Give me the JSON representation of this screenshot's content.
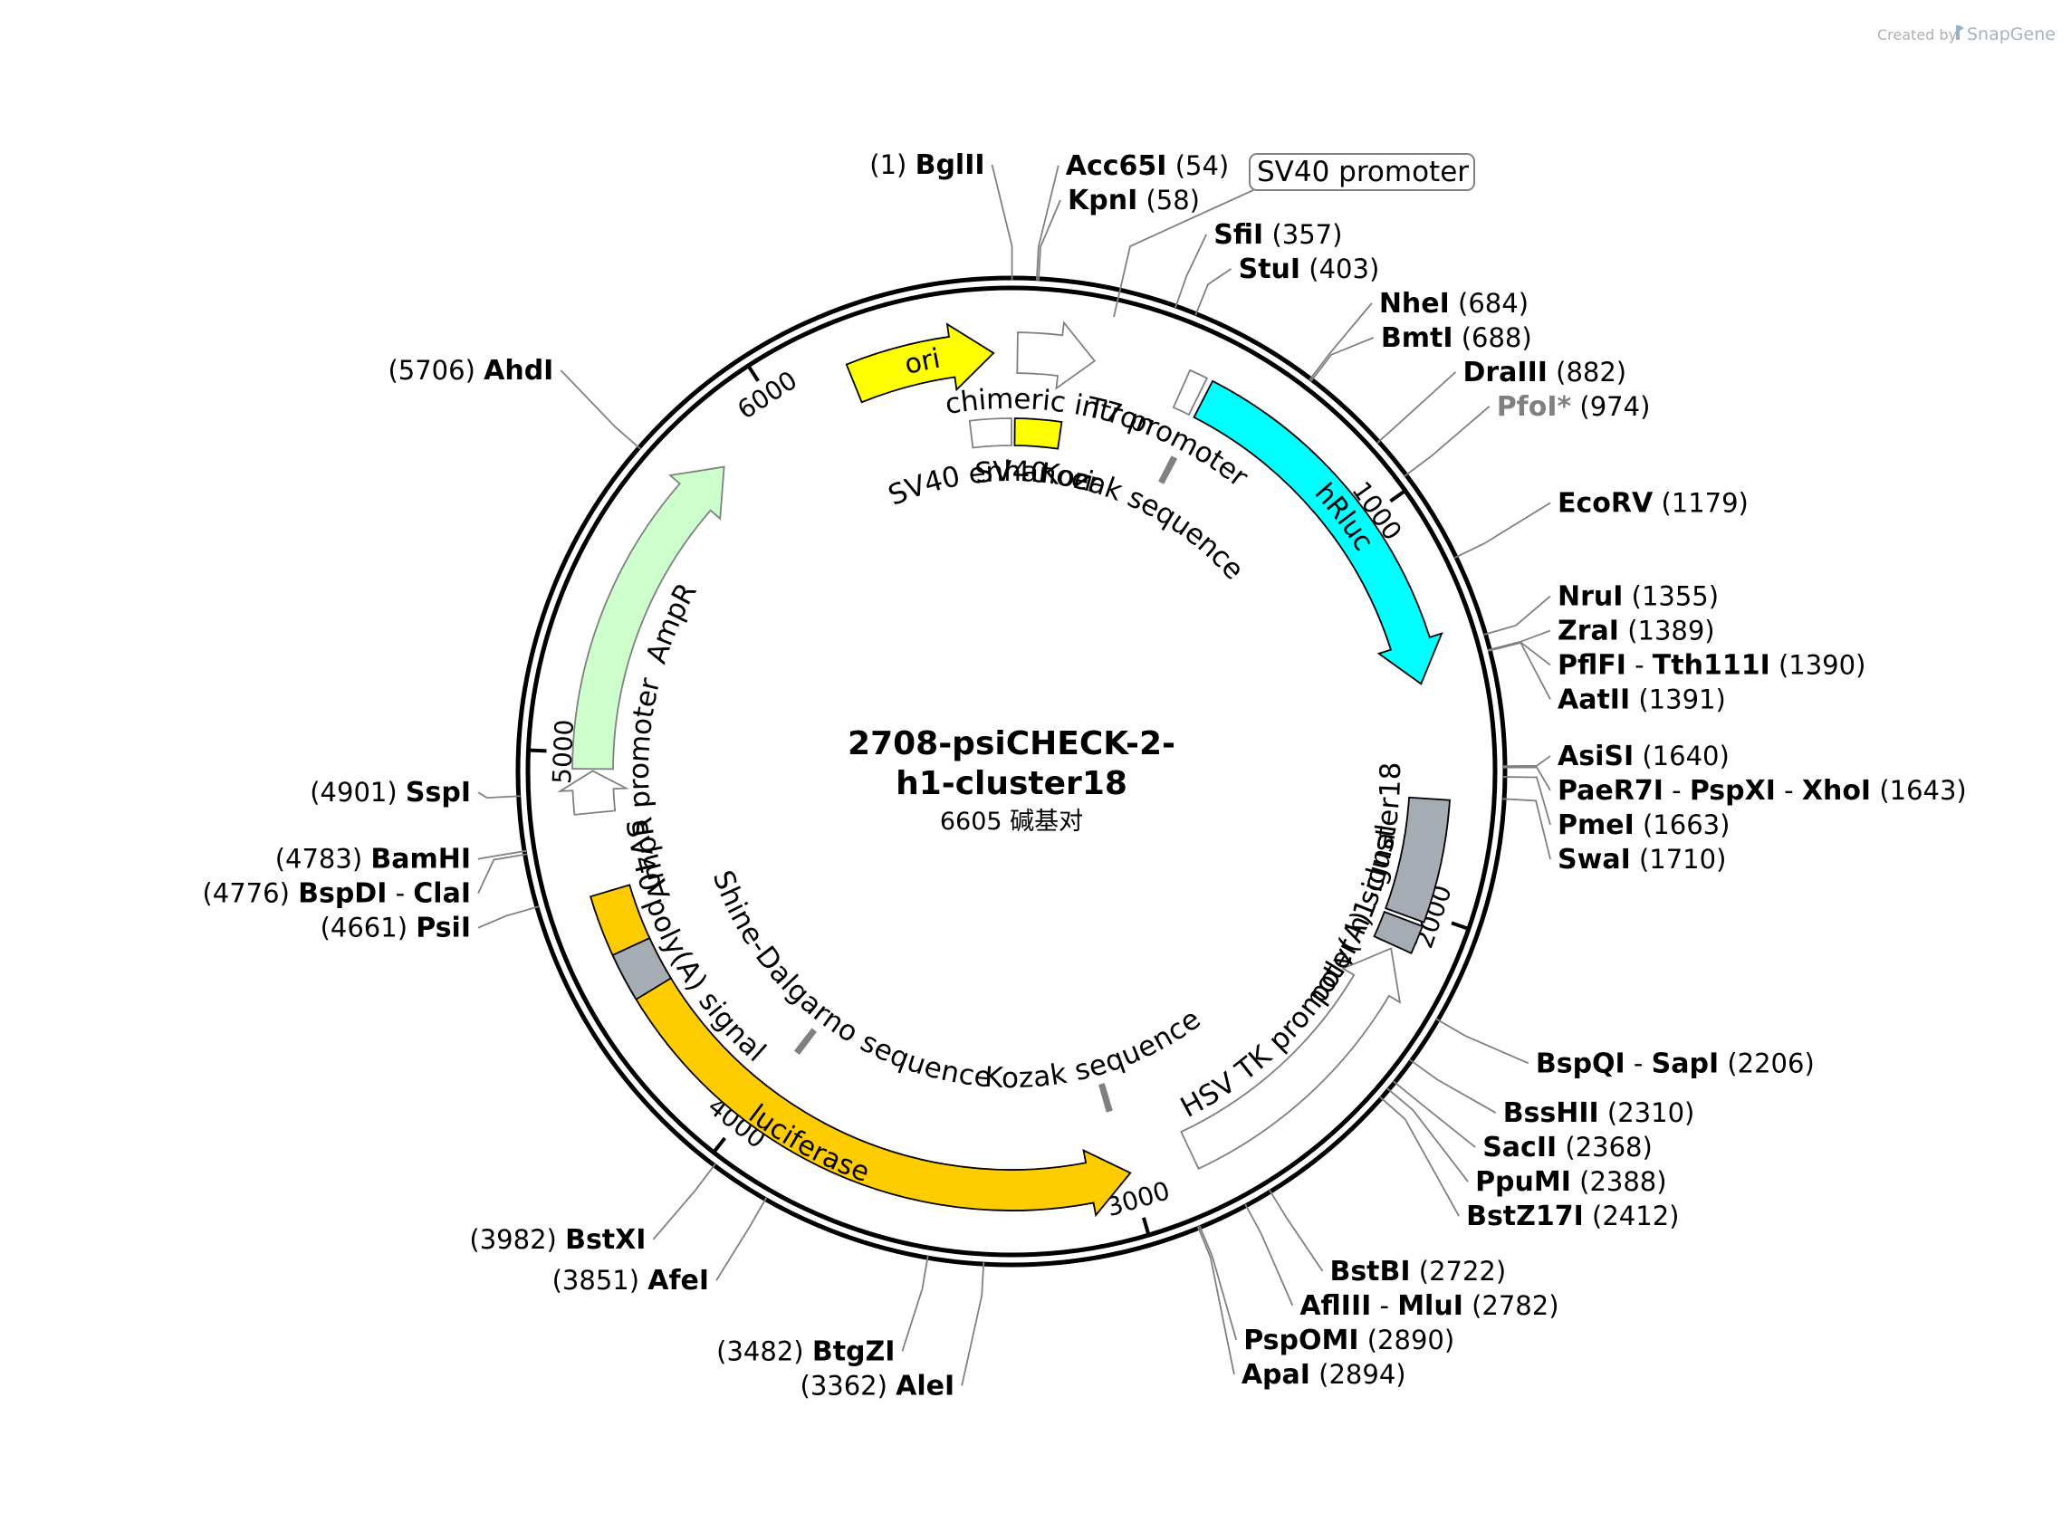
{
  "credit": {
    "prefix": "Created by",
    "brand": "SnapGene",
    "color": "#9aa7b4"
  },
  "plasmid": {
    "name_line1": "2708-psiCHECK-2-",
    "name_line2": "h1-cluster18",
    "size_label": "6605 碱基对",
    "length": 6605
  },
  "ticks": [
    {
      "pos": 1000,
      "label": "1000"
    },
    {
      "pos": 2000,
      "label": "2000"
    },
    {
      "pos": 3000,
      "label": "3000"
    },
    {
      "pos": 4000,
      "label": "4000"
    },
    {
      "pos": 5000,
      "label": "5000"
    },
    {
      "pos": 6000,
      "label": "6000"
    }
  ],
  "features": [
    {
      "id": "ori",
      "label": "ori",
      "start": 6200,
      "end": 6560,
      "ring": "outer",
      "dir": 1,
      "color": "#ffff00",
      "stroke": "#000000",
      "label_inside": true
    },
    {
      "id": "chimeric-intron",
      "label": "chimeric intron",
      "start": 15,
      "end": 210,
      "ring": "outer",
      "dir": 1,
      "color": "#ffffff",
      "stroke": "#808080",
      "label_inside": false
    },
    {
      "id": "t7-promoter",
      "label": "T7 promoter",
      "start": 440,
      "end": 485,
      "ring": "outer",
      "dir": 0,
      "color": "#ffffff",
      "stroke": "#808080",
      "label_inside": false
    },
    {
      "id": "hrluc",
      "label": "hRluc",
      "start": 500,
      "end": 1430,
      "ring": "outer",
      "dir": 1,
      "color": "#00ffff",
      "stroke": "#000000",
      "label_inside": true
    },
    {
      "id": "h1-cluster18",
      "label": "h1-cluster18",
      "start": 1720,
      "end": 2020,
      "ring": "outer",
      "dir": 0,
      "color": "#a6acb3",
      "stroke": "#000000",
      "label_inside": false
    },
    {
      "id": "polya-signal",
      "label": "poly(A) signal",
      "start": 2030,
      "end": 2100,
      "ring": "outer",
      "dir": 0,
      "color": "#a6acb3",
      "stroke": "#000000",
      "label_inside": false
    },
    {
      "id": "hsv-tk-promoter",
      "label": "HSV TK promoter",
      "start": 2110,
      "end": 2840,
      "ring": "outer",
      "dir": -1,
      "color": "#ffffff",
      "stroke": "#808080",
      "label_inside": false
    },
    {
      "id": "luciferase",
      "label": "luciferase",
      "start": 3000,
      "end": 4650,
      "ring": "outer",
      "dir": -1,
      "color": "#ffcc00",
      "stroke": "#000000",
      "label_inside": true
    },
    {
      "id": "sv40-polya",
      "label": "SV40 poly(A) signal",
      "start": 4380,
      "end": 4500,
      "ring": "outer",
      "dir": 0,
      "color": "#a6acb3",
      "stroke": "#000000",
      "label_inside": false
    },
    {
      "id": "ampr-promoter",
      "label": "AmpR promoter",
      "start": 4850,
      "end": 4955,
      "ring": "outer",
      "dir": 1,
      "color": "#ffffff",
      "stroke": "#808080",
      "label_inside": false
    },
    {
      "id": "ampr",
      "label": "AmpR",
      "start": 4960,
      "end": 5810,
      "ring": "outer",
      "dir": 1,
      "color": "#ccffcc",
      "stroke": "#808080",
      "label_inside": false
    },
    {
      "id": "sv40-enhancer",
      "label": "SV40 enhancer",
      "start": 6480,
      "end": 6605,
      "ring": "inner",
      "dir": 0,
      "color": "#ffffff",
      "stroke": "#808080",
      "label_inside": false
    },
    {
      "id": "sv40-ori",
      "label": "SV40 ori",
      "start": 10,
      "end": 150,
      "ring": "inner",
      "dir": 0,
      "color": "#ffff00",
      "stroke": "#000000",
      "label_inside": false
    },
    {
      "id": "kozak-1",
      "label": "Kozak sequence",
      "start": 495,
      "end": 510,
      "ring": "inner",
      "dir": 0,
      "color": "#808080",
      "stroke": "#808080",
      "label_inside": false
    },
    {
      "id": "kozak-2",
      "label": "Kozak sequence",
      "start": 3000,
      "end": 3015,
      "ring": "inner",
      "dir": 0,
      "color": "#808080",
      "stroke": "#808080",
      "label_inside": false
    },
    {
      "id": "shine-dalgarno",
      "label": "Shine-Dalgarno sequence",
      "start": 3980,
      "end": 3995,
      "ring": "inner",
      "dir": 0,
      "color": "#808080",
      "stroke": "#808080",
      "label_inside": false
    }
  ],
  "sites": [
    {
      "pos": 1,
      "parts": [
        "BglII"
      ],
      "pos_label": "(1)",
      "side": "left"
    },
    {
      "pos": 54,
      "parts": [
        "Acc65I"
      ],
      "pos_label": "(54)",
      "side": "right"
    },
    {
      "pos": 58,
      "parts": [
        "KpnI"
      ],
      "pos_label": "(58)",
      "side": "right"
    },
    {
      "pos": 357,
      "parts": [
        "SfiI"
      ],
      "pos_label": "(357)",
      "side": "right"
    },
    {
      "pos": 403,
      "parts": [
        "StuI"
      ],
      "pos_label": "(403)",
      "side": "right"
    },
    {
      "pos": 684,
      "parts": [
        "NheI"
      ],
      "pos_label": "(684)",
      "side": "right"
    },
    {
      "pos": 688,
      "parts": [
        "BmtI"
      ],
      "pos_label": "(688)",
      "side": "right"
    },
    {
      "pos": 882,
      "parts": [
        "DraIII"
      ],
      "pos_label": "(882)",
      "side": "right"
    },
    {
      "pos": 974,
      "parts": [
        "PfoI*"
      ],
      "pos_label": "(974)",
      "side": "right",
      "grey": true
    },
    {
      "pos": 1179,
      "parts": [
        "EcoRV"
      ],
      "pos_label": "(1179)",
      "side": "right"
    },
    {
      "pos": 1355,
      "parts": [
        "NruI"
      ],
      "pos_label": "(1355)",
      "side": "right"
    },
    {
      "pos": 1389,
      "parts": [
        "ZraI"
      ],
      "pos_label": "(1389)",
      "side": "right"
    },
    {
      "pos": 1390,
      "parts": [
        "PflFI",
        "Tth111I"
      ],
      "pos_label": "(1390)",
      "side": "right"
    },
    {
      "pos": 1391,
      "parts": [
        "AatII"
      ],
      "pos_label": "(1391)",
      "side": "right"
    },
    {
      "pos": 1640,
      "parts": [
        "AsiSI"
      ],
      "pos_label": "(1640)",
      "side": "right"
    },
    {
      "pos": 1643,
      "parts": [
        "PaeR7I",
        "PspXI",
        "XhoI"
      ],
      "pos_label": "(1643)",
      "side": "right"
    },
    {
      "pos": 1663,
      "parts": [
        "PmeI"
      ],
      "pos_label": "(1663)",
      "side": "right"
    },
    {
      "pos": 1710,
      "parts": [
        "SwaI"
      ],
      "pos_label": "(1710)",
      "side": "right"
    },
    {
      "pos": 2206,
      "parts": [
        "BspQI",
        "SapI"
      ],
      "pos_label": "(2206)",
      "side": "right"
    },
    {
      "pos": 2310,
      "parts": [
        "BssHII"
      ],
      "pos_label": "(2310)",
      "side": "right"
    },
    {
      "pos": 2368,
      "parts": [
        "SacII"
      ],
      "pos_label": "(2368)",
      "side": "right"
    },
    {
      "pos": 2388,
      "parts": [
        "PpuMI"
      ],
      "pos_label": "(2388)",
      "side": "right"
    },
    {
      "pos": 2412,
      "parts": [
        "BstZ17I"
      ],
      "pos_label": "(2412)",
      "side": "right"
    },
    {
      "pos": 2722,
      "parts": [
        "BstBI"
      ],
      "pos_label": "(2722)",
      "side": "right"
    },
    {
      "pos": 2782,
      "parts": [
        "AflIII",
        "MluI"
      ],
      "pos_label": "(2782)",
      "side": "right"
    },
    {
      "pos": 2890,
      "parts": [
        "PspOMI"
      ],
      "pos_label": "(2890)",
      "side": "right"
    },
    {
      "pos": 2894,
      "parts": [
        "ApaI"
      ],
      "pos_label": "(2894)",
      "side": "right"
    },
    {
      "pos": 3362,
      "parts": [
        "AleI"
      ],
      "pos_label": "(3362)",
      "side": "left"
    },
    {
      "pos": 3482,
      "parts": [
        "BtgZI"
      ],
      "pos_label": "(3482)",
      "side": "left"
    },
    {
      "pos": 3851,
      "parts": [
        "AfeI"
      ],
      "pos_label": "(3851)",
      "side": "left"
    },
    {
      "pos": 3982,
      "parts": [
        "BstXI"
      ],
      "pos_label": "(3982)",
      "side": "left"
    },
    {
      "pos": 4661,
      "parts": [
        "PsiI"
      ],
      "pos_label": "(4661)",
      "side": "left"
    },
    {
      "pos": 4776,
      "parts": [
        "BspDI",
        "ClaI"
      ],
      "pos_label": "(4776)",
      "side": "left"
    },
    {
      "pos": 4783,
      "parts": [
        "BamHI"
      ],
      "pos_label": "(4783)",
      "side": "left"
    },
    {
      "pos": 4901,
      "parts": [
        "SspI"
      ],
      "pos_label": "(4901)",
      "side": "left"
    },
    {
      "pos": 5706,
      "parts": [
        "AhdI"
      ],
      "pos_label": "(5706)",
      "side": "left"
    }
  ],
  "boxed_label": "SV40 promoter"
}
